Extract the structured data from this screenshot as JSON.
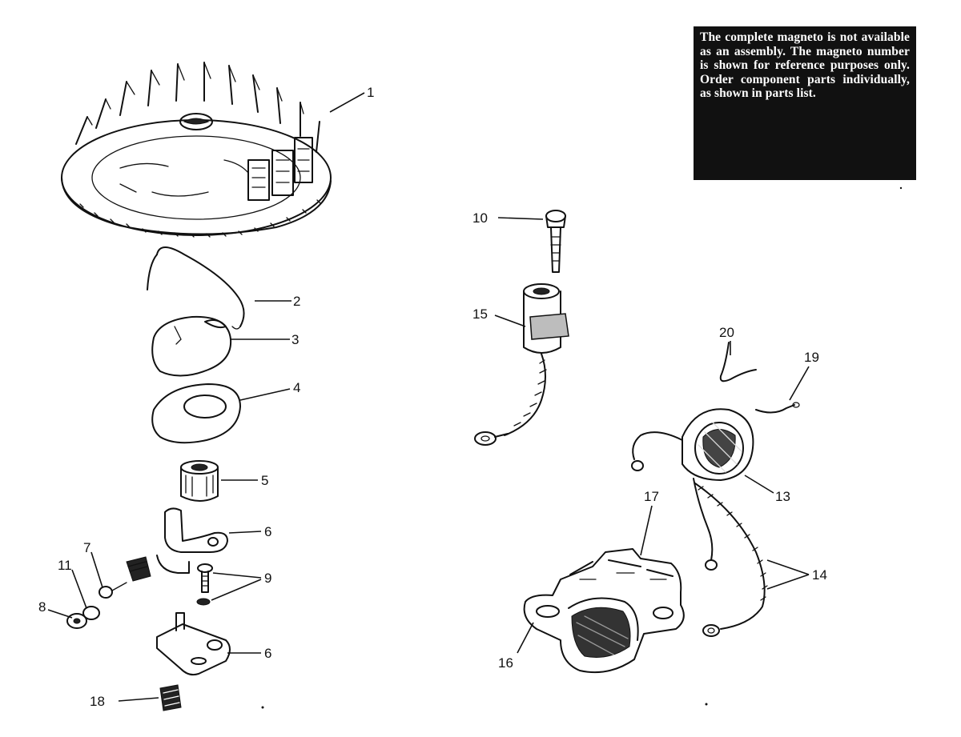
{
  "note": {
    "text": "The complete magneto is not available as an assembly. The magneto number is shown for reference purposes only. Order component parts individually, as shown in parts list."
  },
  "callouts": {
    "c1": "1",
    "c2": "2",
    "c3": "3",
    "c4": "4",
    "c5": "5",
    "c6a": "6",
    "c6b": "6",
    "c7": "7",
    "c8": "8",
    "c9": "9",
    "c10": "10",
    "c11": "11",
    "c13": "13",
    "c14": "14",
    "c15": "15",
    "c16": "16",
    "c17": "17",
    "c18": "18",
    "c19": "19",
    "c20": "20"
  }
}
